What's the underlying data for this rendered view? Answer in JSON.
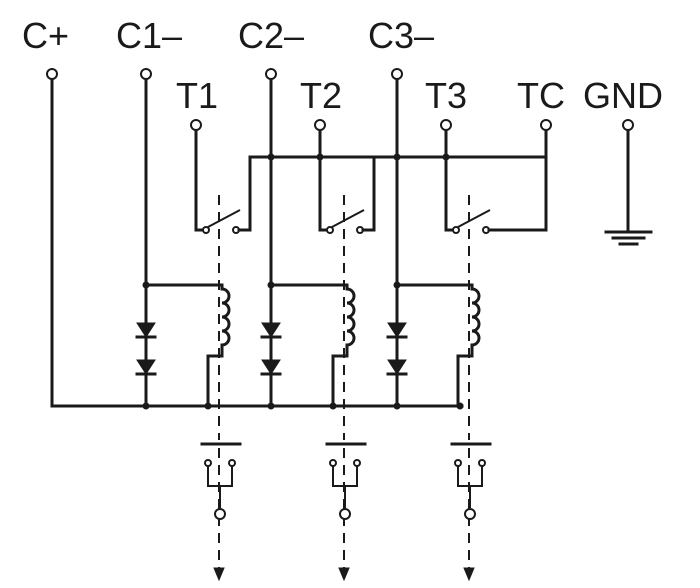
{
  "labels": {
    "c_plus": "C+",
    "c1": "C1–",
    "c2": "C2–",
    "c3": "C3–",
    "t1": "T1",
    "t2": "T2",
    "t3": "T3",
    "tc": "TC",
    "gnd": "GND"
  },
  "channels": 3
}
